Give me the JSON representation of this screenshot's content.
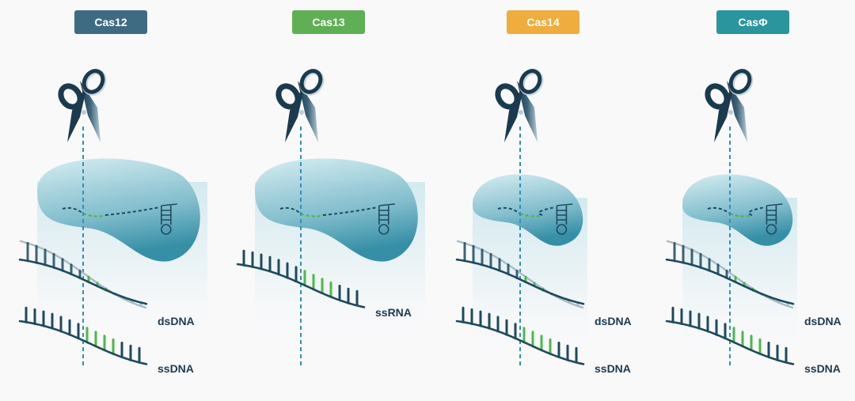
{
  "panels": [
    {
      "name": "Cas12",
      "badge_color": "#3f6b82",
      "protein_size": "large",
      "targets": [
        {
          "label": "dsDNA",
          "strand": "double"
        },
        {
          "label": "ssDNA",
          "strand": "single"
        }
      ]
    },
    {
      "name": "Cas13",
      "badge_color": "#5faf55",
      "protein_size": "large",
      "targets": [
        {
          "label": "ssRNA",
          "strand": "single"
        }
      ]
    },
    {
      "name": "Cas14",
      "badge_color": "#eead3d",
      "protein_size": "small",
      "targets": [
        {
          "label": "dsDNA",
          "strand": "double"
        },
        {
          "label": "ssDNA",
          "strand": "single"
        }
      ]
    },
    {
      "name": "CasΦ",
      "badge_color": "#2a959c",
      "protein_size": "small",
      "targets": [
        {
          "label": "dsDNA",
          "strand": "double"
        },
        {
          "label": "ssDNA",
          "strand": "single"
        }
      ]
    }
  ],
  "colors": {
    "backbone": "#1e4a5e",
    "backbone_light": "#a7bcc6",
    "cut_rungs": "#4cb848",
    "guide_green": "#4cb848",
    "protein_top": "#bfe0e7",
    "protein_bottom": "#2c8aa2",
    "cut_line": "#2f8fbe",
    "scissors": "#1b3a4e"
  }
}
